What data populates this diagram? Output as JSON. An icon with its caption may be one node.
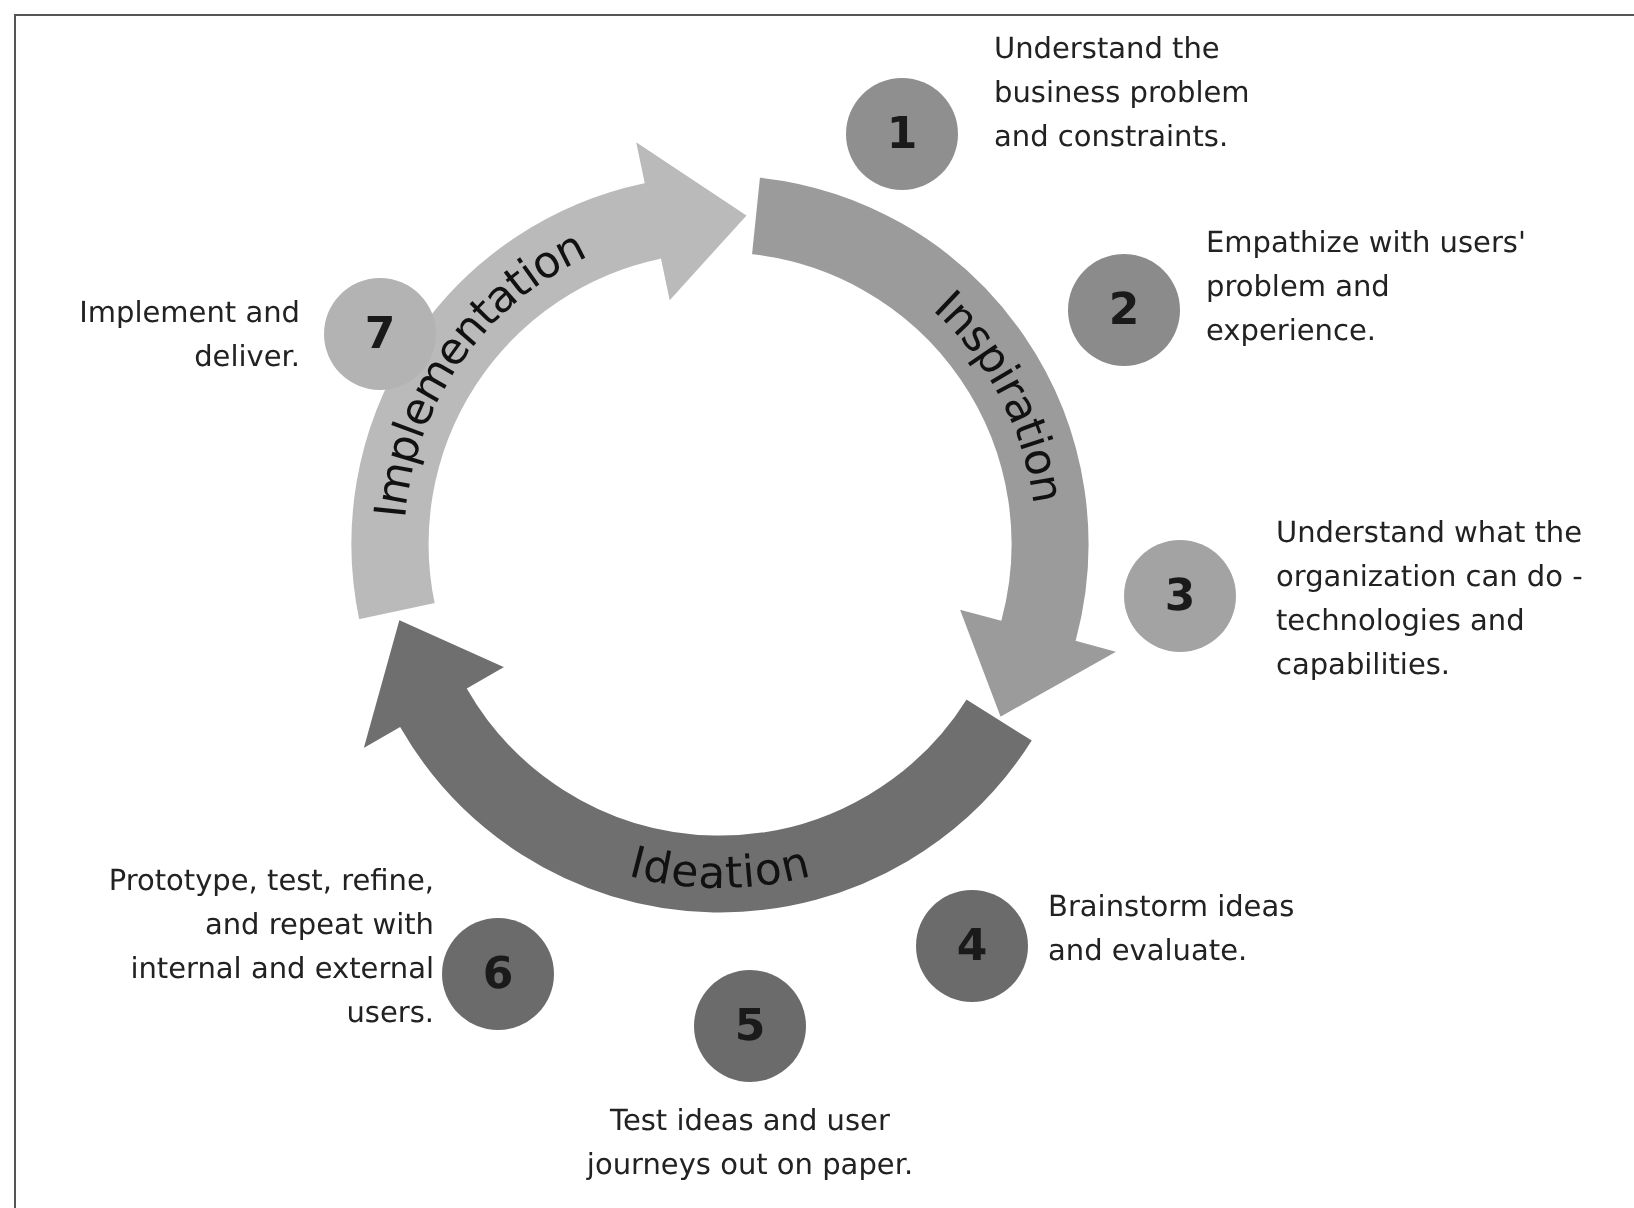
{
  "diagram": {
    "nodes": [
      {
        "text": [
          "Inspiration"
        ]
      },
      {
        "text": [
          "Ideation"
        ]
      },
      {
        "text": [
          "Implementation"
        ]
      },
      {
        "text": [
          "1"
        ],
        "beside": [
          "Understand the business problem and constraints."
        ]
      },
      {
        "text": [
          "2"
        ],
        "beside": [
          "Empathize with users' problem and experience."
        ]
      },
      {
        "text": [
          "3"
        ],
        "beside": [
          "Understand what the organization can do - technologies and capabilities."
        ]
      },
      {
        "text": [
          "4"
        ],
        "beside": [
          "Brainstorm ideas and evaluate."
        ]
      },
      {
        "text": [
          "5"
        ],
        "beside": [
          "Test ideas and user journeys out on paper."
        ]
      },
      {
        "text": [
          "6"
        ],
        "beside": [
          "Prototype, test, refine, and repeat with internal and external users."
        ]
      },
      {
        "text": [
          "7"
        ],
        "beside": [
          "Implement and deliver."
        ]
      }
    ]
  }
}
